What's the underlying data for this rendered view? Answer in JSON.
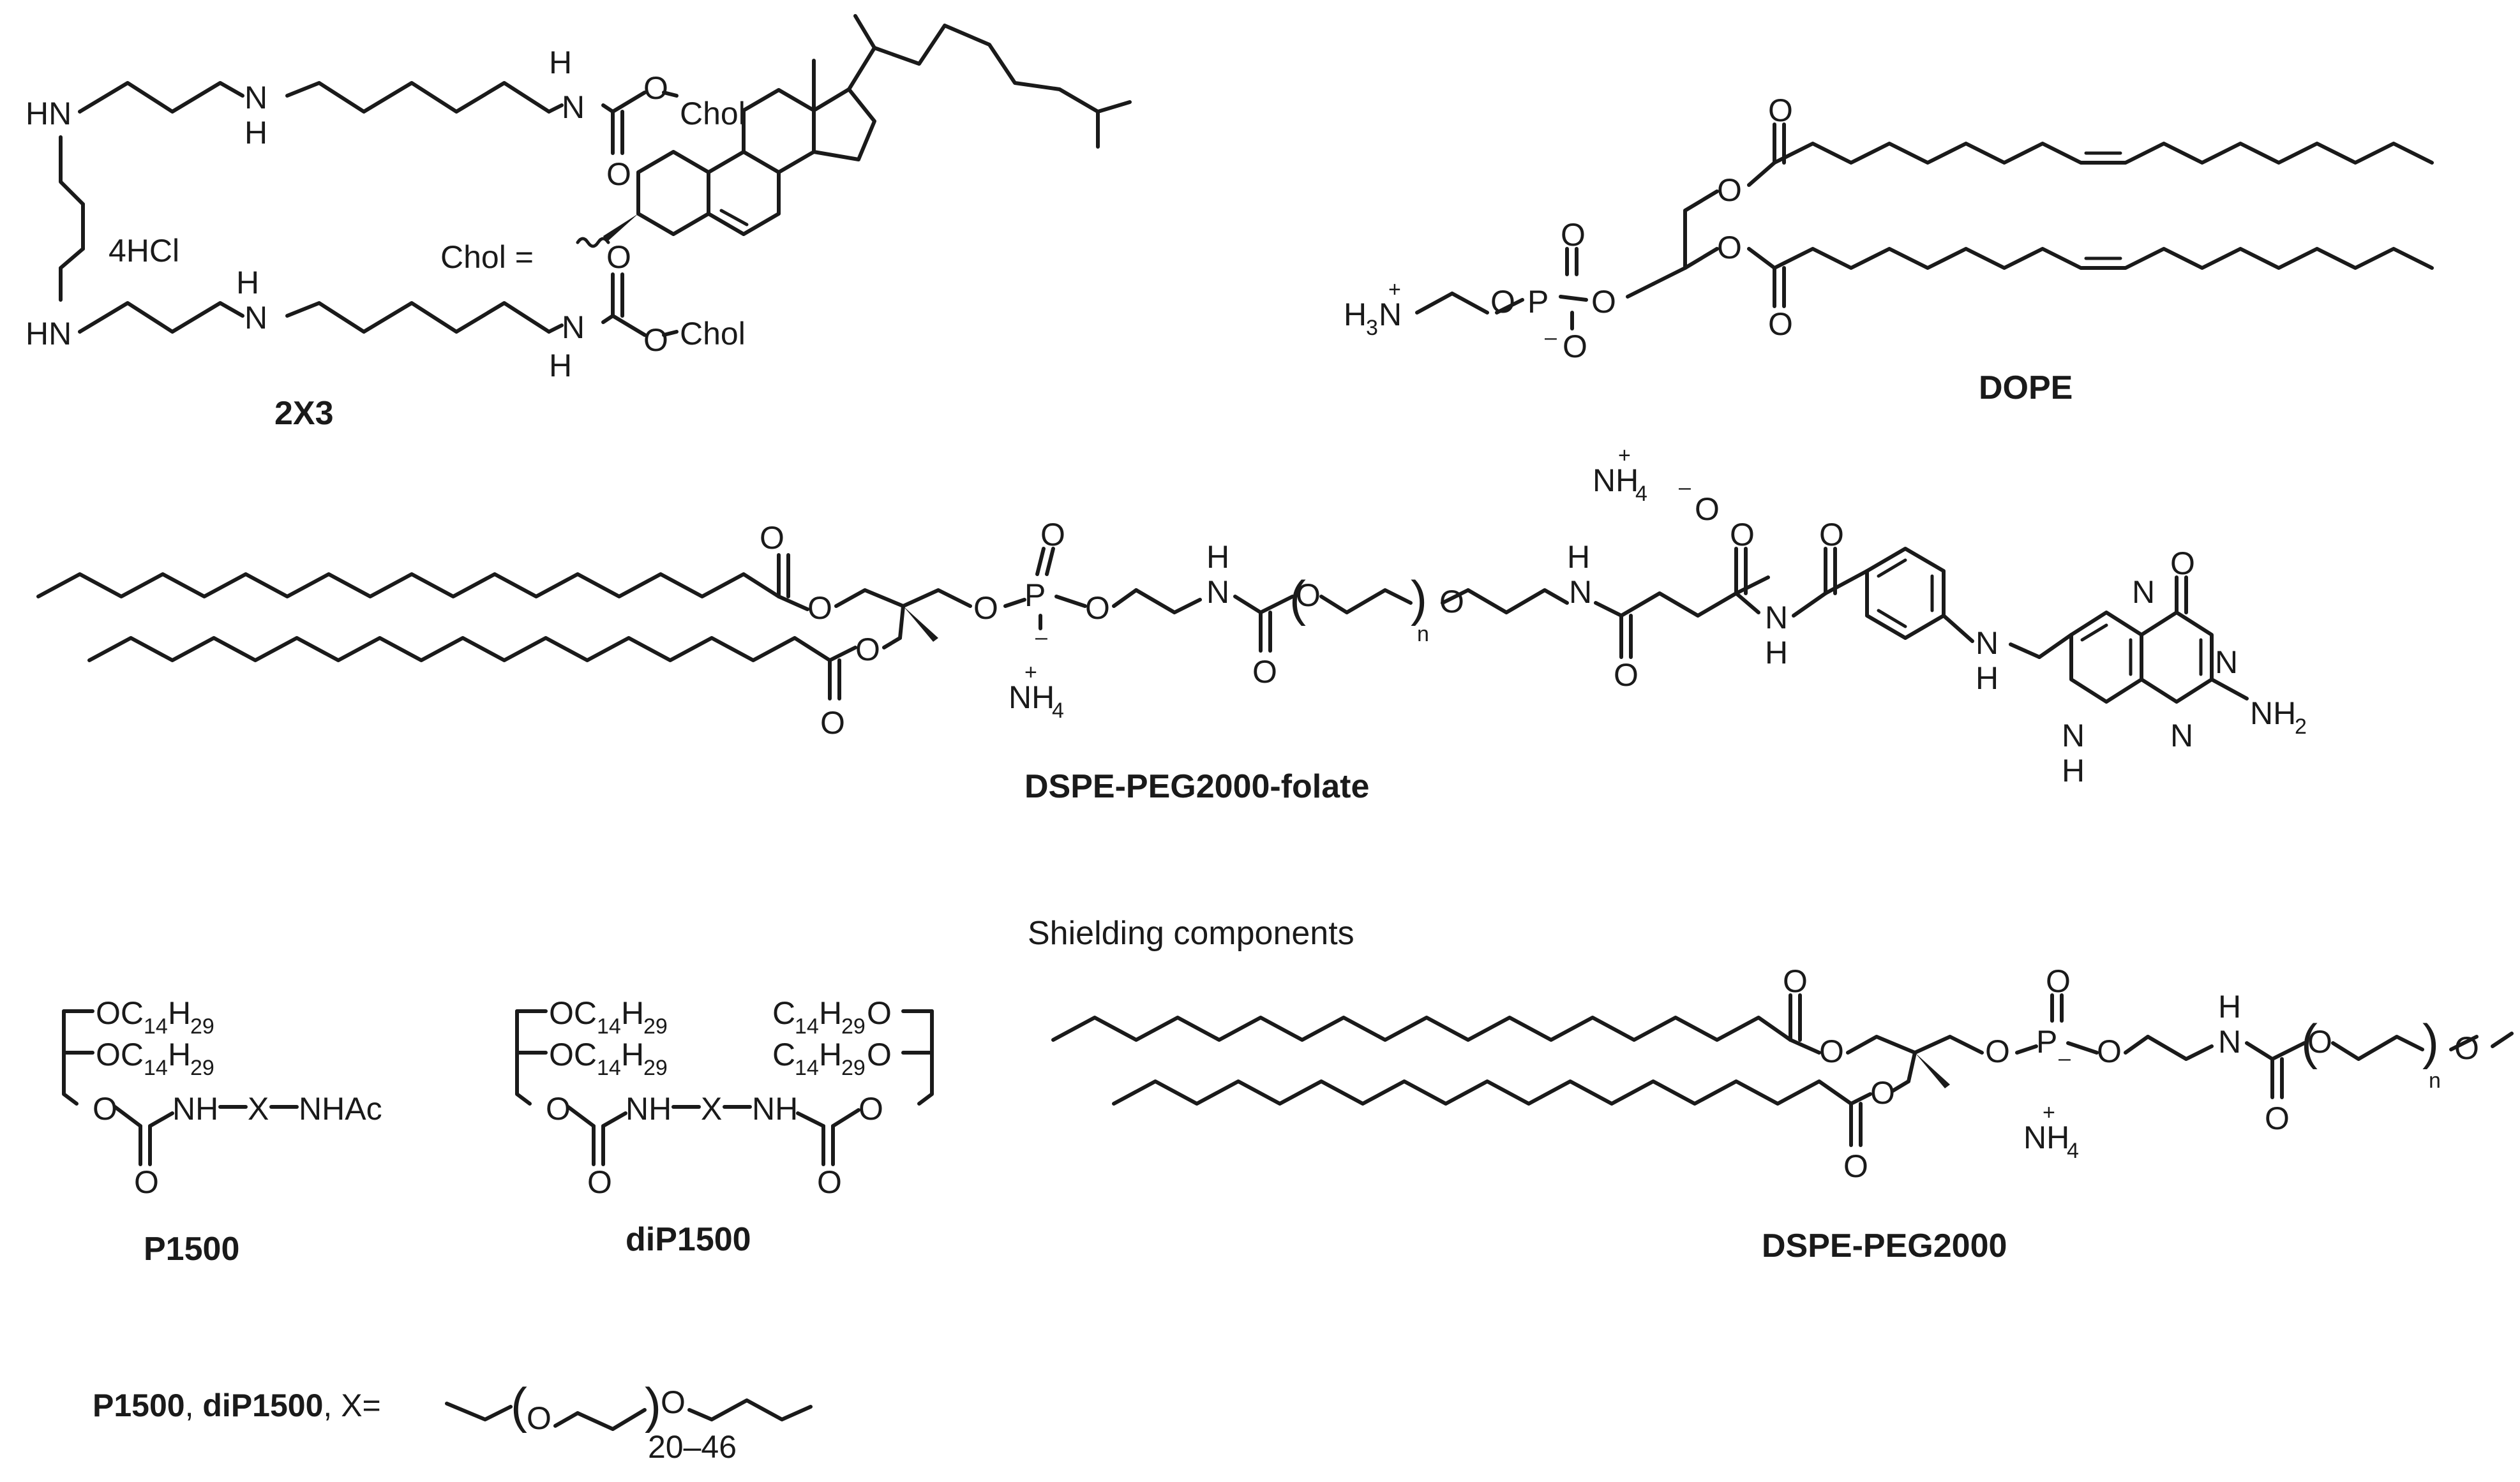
{
  "figure": {
    "compounds": {
      "c2x3": {
        "label": "2X3",
        "salt": "4HCl",
        "chol_group": "Chol"
      },
      "chol": {
        "definition_label": "Chol ="
      },
      "dope": {
        "label": "DOPE"
      },
      "dspe_peg_folate": {
        "label": "DSPE-PEG2000-folate",
        "repeat_index": "n"
      },
      "dspe_peg": {
        "label": "DSPE-PEG2000",
        "repeat_index": "n"
      },
      "p1500": {
        "label": "P1500"
      },
      "dip1500": {
        "label": "diP1500"
      }
    },
    "section_heading": "Shielding components",
    "x_definition": {
      "prefix_bold_1": "P1500",
      "separator": ", ",
      "prefix_bold_2": "diP1500",
      "suffix": ", X=",
      "repeat_range": "20–46"
    },
    "atoms": {
      "nh": "NH",
      "hn": "HN",
      "n": "N",
      "h": "H",
      "o": "O",
      "p": "P",
      "nh4": "NH",
      "nh4_sub": "4",
      "h3n": "H",
      "nh2": "NH",
      "minus": "–",
      "plus": "+",
      "nhac": "NHAc",
      "x": "X",
      "oc14h29_o": "OC",
      "c14": "14",
      "h29": "H",
      "h29_sub": "29",
      "c14h29_c": "C",
      "dash": "–"
    }
  }
}
